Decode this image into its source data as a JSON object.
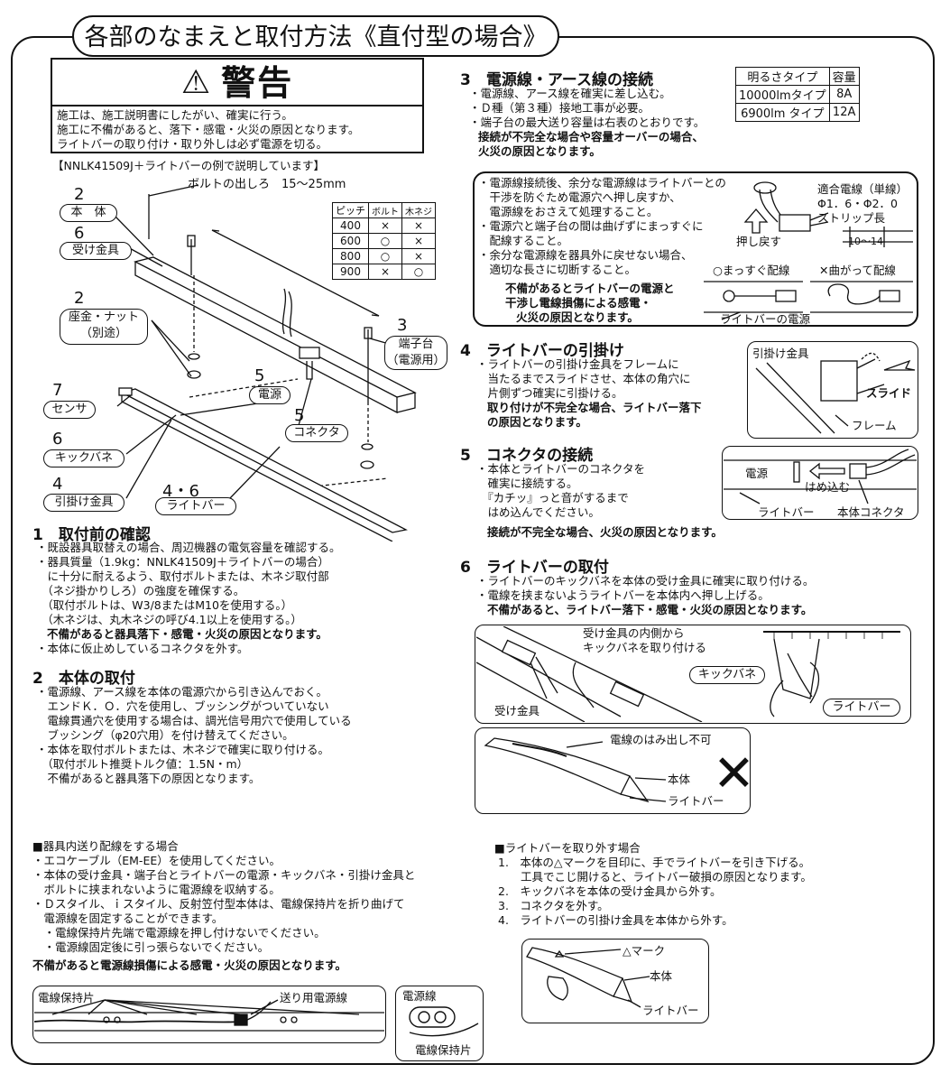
{
  "title": "各部のなまえと取付方法《直付型の場合》",
  "warning": {
    "heading": "警告",
    "lines": [
      "施工は、施工説明書にしたがい、確実に行う。",
      "施工に不備があると、落下・感電・火災の原因となります。",
      "ライトバーの取り付け・取り外しは必ず電源を切る。"
    ]
  },
  "example_note": "【NNLK41509J＋ライトバーの例で説明しています】",
  "bolt_note": "ボルトの出しろ　15〜25mm",
  "pitch_table": {
    "header": [
      "ピッチ",
      "ボルト",
      "木ネジ"
    ],
    "rows": [
      [
        "400",
        "×",
        "×"
      ],
      [
        "600",
        "○",
        "×"
      ],
      [
        "800",
        "○",
        "×"
      ],
      [
        "900",
        "×",
        "○"
      ]
    ]
  },
  "parts": {
    "p2_num": "2",
    "p2_label": "本　体",
    "p6_num": "6",
    "p6_label": "受け金具",
    "p2b_num": "2",
    "p2b_label1": "座金・ナット",
    "p2b_label2": "（別途）",
    "p3_num": "3",
    "p3_label1": "端子台",
    "p3_label2": "（電源用）",
    "p5_num": "5",
    "p5_label": "電源",
    "p5b_num": "5",
    "p5b_label": "コネクタ",
    "p7_num": "7",
    "p7_label": "センサ",
    "p6b_num": "6",
    "p6b_label": "キックバネ",
    "p4_num": "4",
    "p4_label": "引掛け金具",
    "p46_num": "4・6",
    "p46_label": "ライトバー"
  },
  "section1": {
    "heading": "1　取付前の確認",
    "lines": [
      "・既設器具取替えの場合、周辺機器の電気容量を確認する。",
      "・器具質量（1.9kg：NNLK41509J＋ライトバーの場合）",
      "　に十分に耐えるよう、取付ボルトまたは、木ネジ取付部",
      "　（ネジ掛かりしろ）の強度を確保する。",
      "　（取付ボルトは、W3/8またはM10を使用する。）",
      "　（木ネジは、丸木ネジの呼び4.1以上を使用する。）"
    ],
    "bold": "不備があると器具落下・感電・火災の原因となります。",
    "last": "・本体に仮止めしているコネクタを外す。"
  },
  "section2": {
    "heading": "2　本体の取付",
    "lines": [
      "・電源線、アース線を本体の電源穴から引き込んでおく。",
      "　エンドＫ．Ｏ．穴を使用し、ブッシングがついていない",
      "　電線貫通穴を使用する場合は、調光信号用穴で使用している",
      "　ブッシング（φ20穴用）を付け替えてください。",
      "・本体を取付ボルトまたは、木ネジで確実に取り付ける。",
      "　（取付ボルト推奨トルク値：1.5N・m）",
      "　不備があると器具落下の原因となります。"
    ]
  },
  "section3": {
    "heading": "3　電源線・アース線の接続",
    "lines": [
      "・電源線、アース線を確実に差し込む。",
      "・Ｄ種（第３種）接地工事が必要。",
      "・端子台の最大送り容量は右表のとおりです。"
    ],
    "bold": [
      "接続が不完全な場合や容量オーバーの場合、",
      "火災の原因となります。"
    ],
    "cap_table": {
      "header": [
        "明るさタイプ",
        "容量"
      ],
      "rows": [
        [
          "10000lmタイプ",
          "8A"
        ],
        [
          "6900lm タイプ",
          "12A"
        ]
      ]
    },
    "box_lines": [
      "・電源線接続後、余分な電源線はライトバーとの",
      "　干渉を防ぐため電源穴へ押し戻すか、",
      "　電源線をおさえて処理すること。",
      "・電源穴と端子台の間は曲げずにまっすぐに",
      "　配線すること。",
      "・余分な電源線を器具外に戻せない場合、",
      "　適切な長さに切断すること。"
    ],
    "box_bold": [
      "不備があるとライトバーの電源と",
      "干渉し電線損傷による感電・",
      "火災の原因となります。"
    ],
    "wire_label": "適合電線（単線）",
    "wire_size": "Φ1．6・Φ2．0",
    "strip_label": "ストリップ長",
    "strip_len": "10〜14",
    "push_back": "押し戻す",
    "ok_label": "○まっすぐ配線",
    "ng_label": "✕曲がって配線",
    "power_label": "ライトバーの電源"
  },
  "section4": {
    "heading": "4　ライトバーの引掛け",
    "lines": [
      "・ライトバーの引掛け金具をフレームに",
      "　当たるまでスライドさせ、本体の角穴に",
      "　片側ずつ確実に引掛ける。"
    ],
    "bold": [
      "取り付けが不完全な場合、ライトバー落下",
      "の原因となります。"
    ],
    "hook_label": "引掛け金具",
    "slide_label": "スライド",
    "frame_label": "フレーム"
  },
  "section5": {
    "heading": "5　コネクタの接続",
    "lines": [
      "・本体とライトバーのコネクタを",
      "　確実に接続する。",
      "　『カチッ』っと音がするまで",
      "　はめ込んでください。"
    ],
    "bold": "接続が不完全な場合、火災の原因となります。",
    "power_label": "電源",
    "insert_label": "はめ込む",
    "bar_label": "ライトバー",
    "connector_label": "本体コネクタ"
  },
  "section6": {
    "heading": "6　ライトバーの取付",
    "lines": [
      "・ライトバーのキックバネを本体の受け金具に確実に取り付ける。",
      "・電線を挟まないようライトバーを本体内へ押し上げる。"
    ],
    "bold": "不備があると、ライトバー落下・感電・火災の原因となります。",
    "inside_label1": "受け金具の内側から",
    "inside_label2": "キックバネを取り付ける",
    "bracket_label": "受け金具",
    "kick_label": "キックバネ",
    "bar_label": "ライトバー",
    "wire_out": "電線のはみ出し不可",
    "body_label": "本体",
    "bar_label2": "ライトバー"
  },
  "inner_wiring": {
    "heading": "■器具内送り配線をする場合",
    "lines": [
      "・エコケーブル（EM-EE）を使用してください。",
      "・本体の受け金具・端子台とライトバーの電源・キックバネ・引掛け金具と",
      "　ボルトに挟まれないように電源線を収納する。",
      "・Ｄスタイル、ｉスタイル、反射笠付型本体は、電線保持片を折り曲げて",
      "　電源線を固定することができます。",
      "　・電線保持片先端で電源線を押し付けないでください。",
      "　・電源線固定後に引っ張らないでください。"
    ],
    "bold": "不備があると電源線損傷による感電・火災の原因となります。",
    "holder_label": "電線保持片",
    "feed_label": "送り用電源線",
    "cable_label": "電源線",
    "holder_label2": "電線保持片"
  },
  "removal": {
    "heading": "■ライトバーを取り外す場合",
    "lines": [
      "1.　本体の△マークを目印に、手でライトバーを引き下げる。",
      "　　工具でこじ開けると、ライトバー破損の原因となります。",
      "2.　キックバネを本体の受け金具から外す。",
      "3.　コネクタを外す。",
      "4.　ライトバーの引掛け金具を本体から外す。"
    ],
    "mark_label": "△マーク",
    "body_label": "本体",
    "bar_label": "ライトバー"
  }
}
